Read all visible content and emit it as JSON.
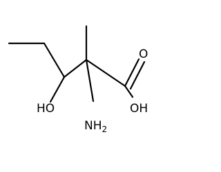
{
  "molecule": {
    "atoms": {
      "carbonyl_oxygen": {
        "label": "O"
      },
      "hydroxyl_acid": {
        "label": "OH"
      },
      "hydroxyl_alcohol": {
        "label": "HO"
      },
      "amino": {
        "label": "NH",
        "subscript": "2"
      }
    },
    "colors": {
      "bond": "#000000",
      "label": "#000000",
      "background": "#ffffff"
    }
  }
}
